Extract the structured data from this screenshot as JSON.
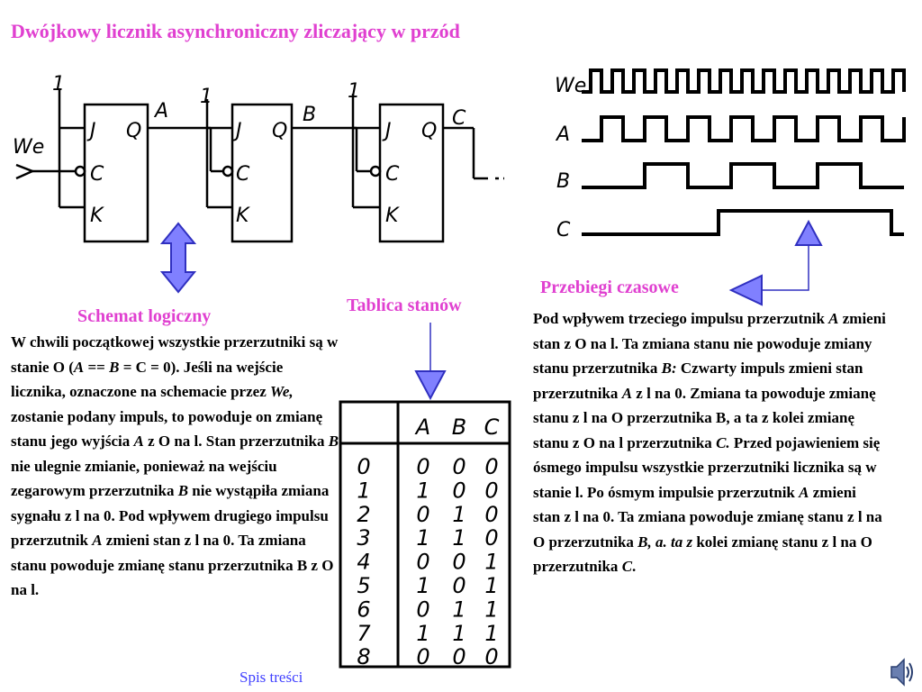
{
  "title": "Dwójkowy licznik asynchroniczny zliczający w przód",
  "labels": {
    "schemat": "Schemat logiczny",
    "tablica": "Tablica stanów",
    "przebiegi": "Przebiegi czasowe"
  },
  "schematic": {
    "input": "We",
    "outputs": [
      "A",
      "B",
      "C"
    ],
    "pins": [
      "J",
      "C",
      "K",
      "Q"
    ],
    "one": "1"
  },
  "timing": {
    "signals": [
      "We",
      "A",
      "B",
      "C"
    ]
  },
  "state_table": {
    "headers": [
      "A",
      "B",
      "C"
    ],
    "rows": [
      {
        "n": "0",
        "a": "0",
        "b": "0",
        "c": "0"
      },
      {
        "n": "1",
        "a": "1",
        "b": "0",
        "c": "0"
      },
      {
        "n": "2",
        "a": "0",
        "b": "1",
        "c": "0"
      },
      {
        "n": "3",
        "a": "1",
        "b": "1",
        "c": "0"
      },
      {
        "n": "4",
        "a": "0",
        "b": "0",
        "c": "1"
      },
      {
        "n": "5",
        "a": "1",
        "b": "0",
        "c": "1"
      },
      {
        "n": "6",
        "a": "0",
        "b": "1",
        "c": "1"
      },
      {
        "n": "7",
        "a": "1",
        "b": "1",
        "c": "1"
      },
      {
        "n": "8",
        "a": "0",
        "b": "0",
        "c": "0"
      }
    ]
  },
  "left_text": {
    "p1": "W chwili początkowej wszystkie przerzutniki są w stanie O (",
    "p1a": "A",
    "p1b": " == ",
    "p1c": "B",
    "p1d": " = C = 0). Jeśli na wejście licznika, oznaczone na schemacie przez ",
    "p1e": "We,",
    "p1f": " zostanie podany impuls, to powoduje on zmianę stanu jego wyjścia ",
    "p1g": "A",
    "p1h": " z O na l. Stan przerzutnika ",
    "p1i": "B",
    "p1j": " nie ulegnie zmianie, ponieważ na wejściu zegarowym przerzutnika ",
    "p1k": "B",
    "p1l": " nie wystąpiła zmiana sygnału z l na 0. Pod wpływem drugiego impulsu przerzutnik ",
    "p1m": "A",
    "p1n": " zmieni stan z l na 0. Ta zmiana stanu powoduje zmianę stanu przerzutnika B z O na l."
  },
  "right_text": {
    "r1": "Pod wpływem trzeciego impulsu przerzutnik ",
    "r2": "A",
    "r3": " zmieni stan z O na l. Ta zmiana stanu nie powoduje zmiany stanu przerzutnika ",
    "r4": "B:",
    "r5": " Czwarty impuls zmieni stan przerzutnika ",
    "r6": "A",
    "r7": " z l na 0. Zmiana ta powoduje zmianę stanu z l na O przerzutnika B, a ta z kolei zmianę stanu z O na l przerzutnika ",
    "r8": "C.",
    "r9": " Przed pojawieniem się ósmego impulsu wszystkie przerzutniki licznika są w stanie l. Po ósmym impulsie przerzutnik ",
    "r10": "A",
    "r11": " zmieni stan z l na 0. Ta zmiana powoduje zmianę stanu z l na O przerzutnika ",
    "r12": "B, a. ta z",
    "r13": " kolei zmianę stanu z l na O przerzutnika ",
    "r14": "C",
    "r15": "."
  },
  "footer_link": "Spis treści",
  "colors": {
    "accent": "#e040d0",
    "arrow_fill": "#8080ff",
    "arrow_stroke": "#3030c0",
    "link": "#4040ff"
  },
  "icons": {
    "speaker": "speaker-icon"
  }
}
